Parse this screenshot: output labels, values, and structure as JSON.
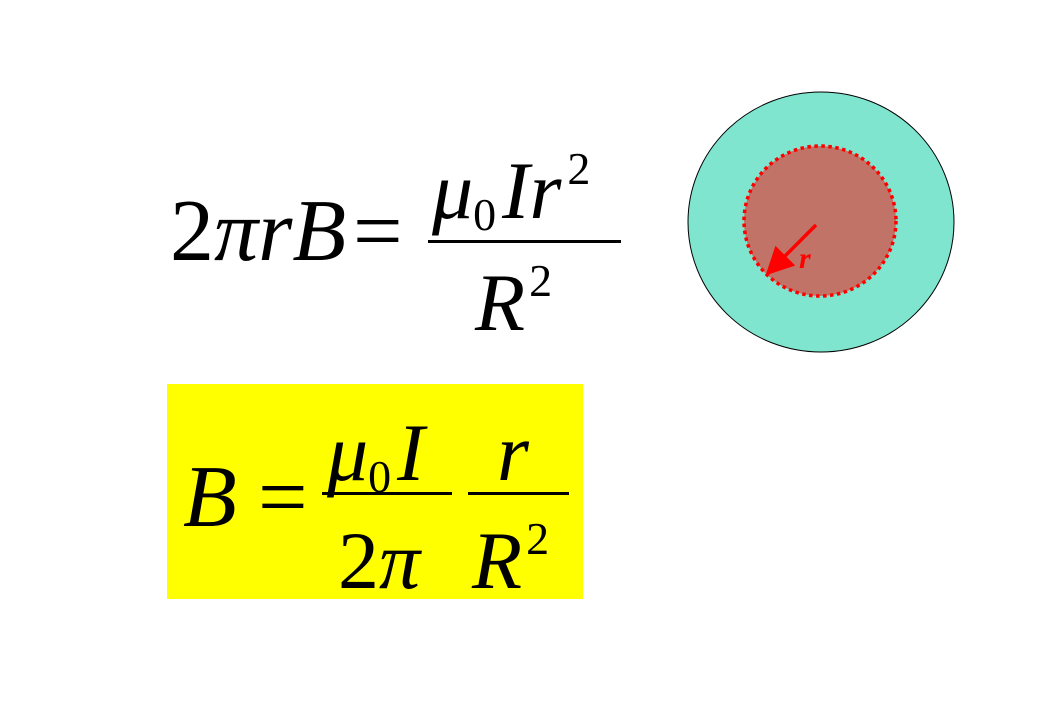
{
  "equation1": {
    "lhs": {
      "coefficient": "2",
      "pi": "π",
      "r": "r",
      "B": "B",
      "equals": "="
    },
    "numerator": {
      "mu": "μ",
      "mu_sub": "0",
      "I": "I",
      "r": "r",
      "r_exp": "2"
    },
    "denominator": {
      "R": "R",
      "R_exp": "2"
    }
  },
  "equation2": {
    "highlight_color": "#ffff00",
    "lhs": {
      "B": "B",
      "equals": "="
    },
    "fraction1": {
      "numerator": {
        "mu": "μ",
        "mu_sub": "0",
        "I": "I"
      },
      "denominator": {
        "coefficient": "2",
        "pi": "π"
      }
    },
    "fraction2": {
      "numerator": {
        "r": "r"
      },
      "denominator": {
        "R": "R",
        "R_exp": "2"
      }
    }
  },
  "diagram": {
    "outer_color": "#80e5cf",
    "inner_color": "#c07366",
    "loop_color": "#ff0000",
    "arrow_color": "#ff0000",
    "radius_label": "r",
    "radius_label_color": "#ff0000"
  }
}
